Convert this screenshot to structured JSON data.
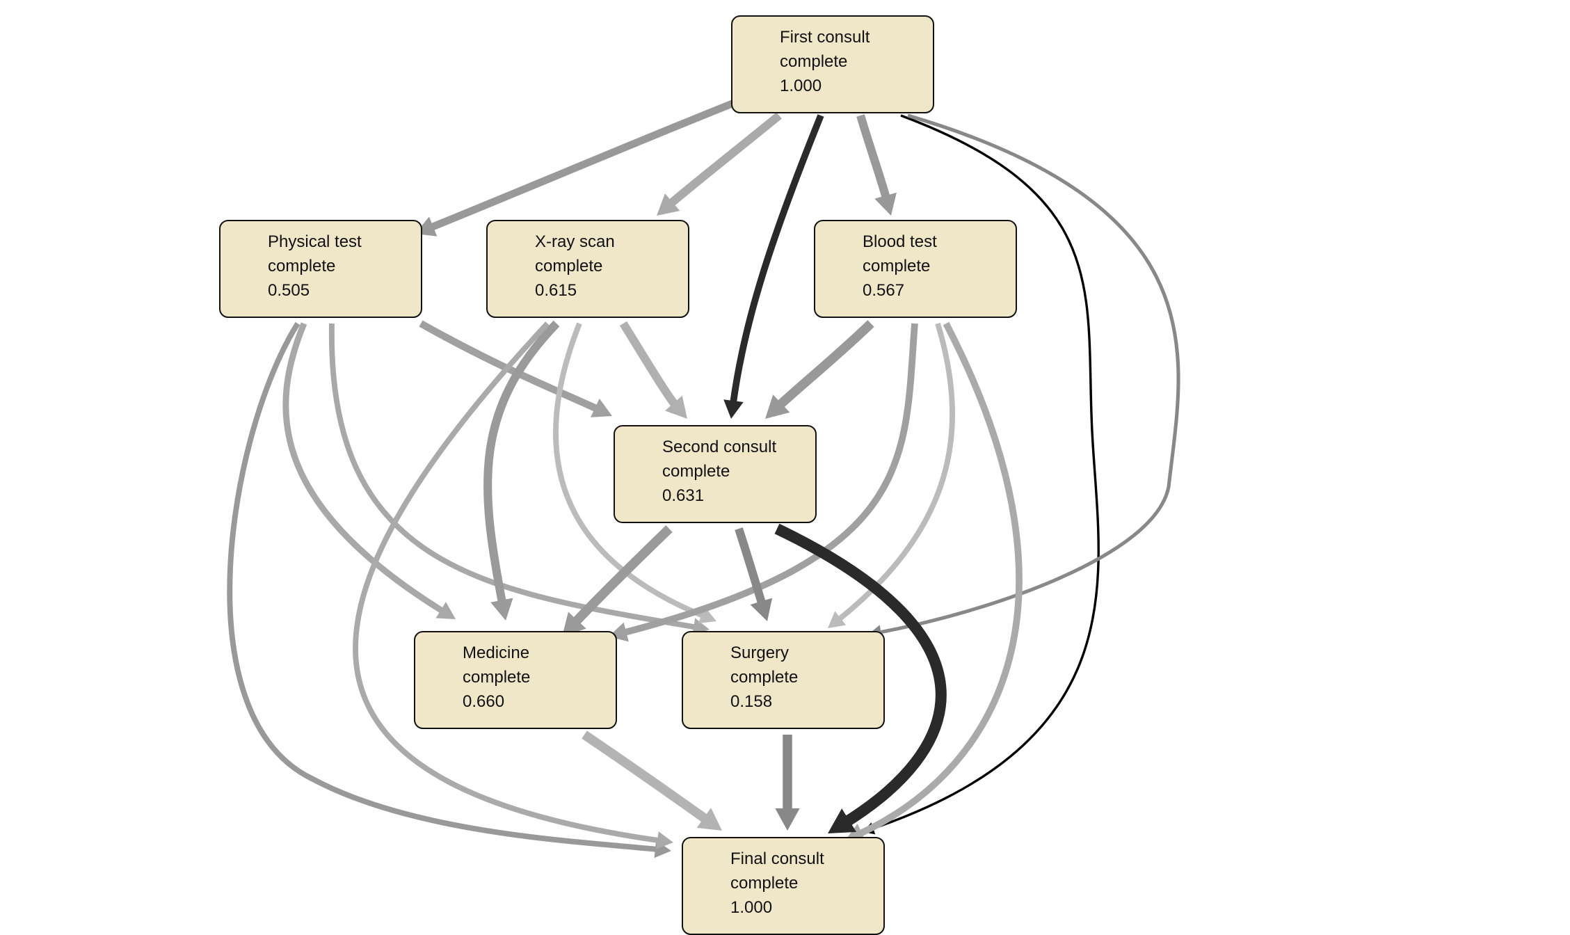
{
  "colors": {
    "node_fill": "#f0e6c8",
    "node_border": "#111111",
    "text": "#111111"
  },
  "nodes": {
    "first": {
      "line1": "First consult",
      "line2": "complete",
      "value": "1.000"
    },
    "physical": {
      "line1": "Physical test",
      "line2": "complete",
      "value": "0.505"
    },
    "xray": {
      "line1": "X-ray scan",
      "line2": "complete",
      "value": "0.615"
    },
    "blood": {
      "line1": "Blood test",
      "line2": "complete",
      "value": "0.567"
    },
    "second": {
      "line1": "Second consult",
      "line2": "complete",
      "value": "0.631"
    },
    "medicine": {
      "line1": "Medicine",
      "line2": "complete",
      "value": "0.660"
    },
    "surgery": {
      "line1": "Surgery",
      "line2": "complete",
      "value": "0.158"
    },
    "final": {
      "line1": "Final consult",
      "line2": "complete",
      "value": "1.000"
    }
  },
  "edges": [
    {
      "from": "first",
      "to": "physical",
      "weight": 0.62,
      "color": "#999999"
    },
    {
      "from": "first",
      "to": "xray",
      "weight": 0.72,
      "color": "#aaaaaa"
    },
    {
      "from": "first",
      "to": "second",
      "weight": 0.55,
      "color": "#2a2a2a"
    },
    {
      "from": "first",
      "to": "blood",
      "weight": 0.72,
      "color": "#999999"
    },
    {
      "from": "first",
      "to": "final",
      "weight": 0.1,
      "color": "#000000"
    },
    {
      "from": "first",
      "to": "surgery",
      "weight": 0.22,
      "color": "#888888"
    },
    {
      "from": "physical",
      "to": "second",
      "weight": 0.6,
      "color": "#a0a0a0"
    },
    {
      "from": "physical",
      "to": "medicine",
      "weight": 0.5,
      "color": "#a8a8a8"
    },
    {
      "from": "physical",
      "to": "surgery",
      "weight": 0.42,
      "color": "#a8a8a8"
    },
    {
      "from": "physical",
      "to": "final",
      "weight": 0.42,
      "color": "#999999"
    },
    {
      "from": "xray",
      "to": "second",
      "weight": 0.72,
      "color": "#b0b0b0"
    },
    {
      "from": "xray",
      "to": "medicine",
      "weight": 0.72,
      "color": "#9a9a9a"
    },
    {
      "from": "xray",
      "to": "surgery",
      "weight": 0.42,
      "color": "#bbbbbb"
    },
    {
      "from": "xray",
      "to": "final",
      "weight": 0.42,
      "color": "#aaaaaa"
    },
    {
      "from": "blood",
      "to": "second",
      "weight": 0.82,
      "color": "#999999"
    },
    {
      "from": "blood",
      "to": "medicine",
      "weight": 0.55,
      "color": "#a0a0a0"
    },
    {
      "from": "blood",
      "to": "surgery",
      "weight": 0.42,
      "color": "#bbbbbb"
    },
    {
      "from": "blood",
      "to": "final",
      "weight": 0.55,
      "color": "#aaaaaa"
    },
    {
      "from": "second",
      "to": "medicine",
      "weight": 0.82,
      "color": "#9a9a9a"
    },
    {
      "from": "second",
      "to": "surgery",
      "weight": 0.72,
      "color": "#888888"
    },
    {
      "from": "second",
      "to": "final",
      "weight": 1.0,
      "color": "#2a2a2a"
    },
    {
      "from": "medicine",
      "to": "final",
      "weight": 0.82,
      "color": "#b3b3b3"
    },
    {
      "from": "surgery",
      "to": "final",
      "weight": 0.82,
      "color": "#888888"
    }
  ]
}
